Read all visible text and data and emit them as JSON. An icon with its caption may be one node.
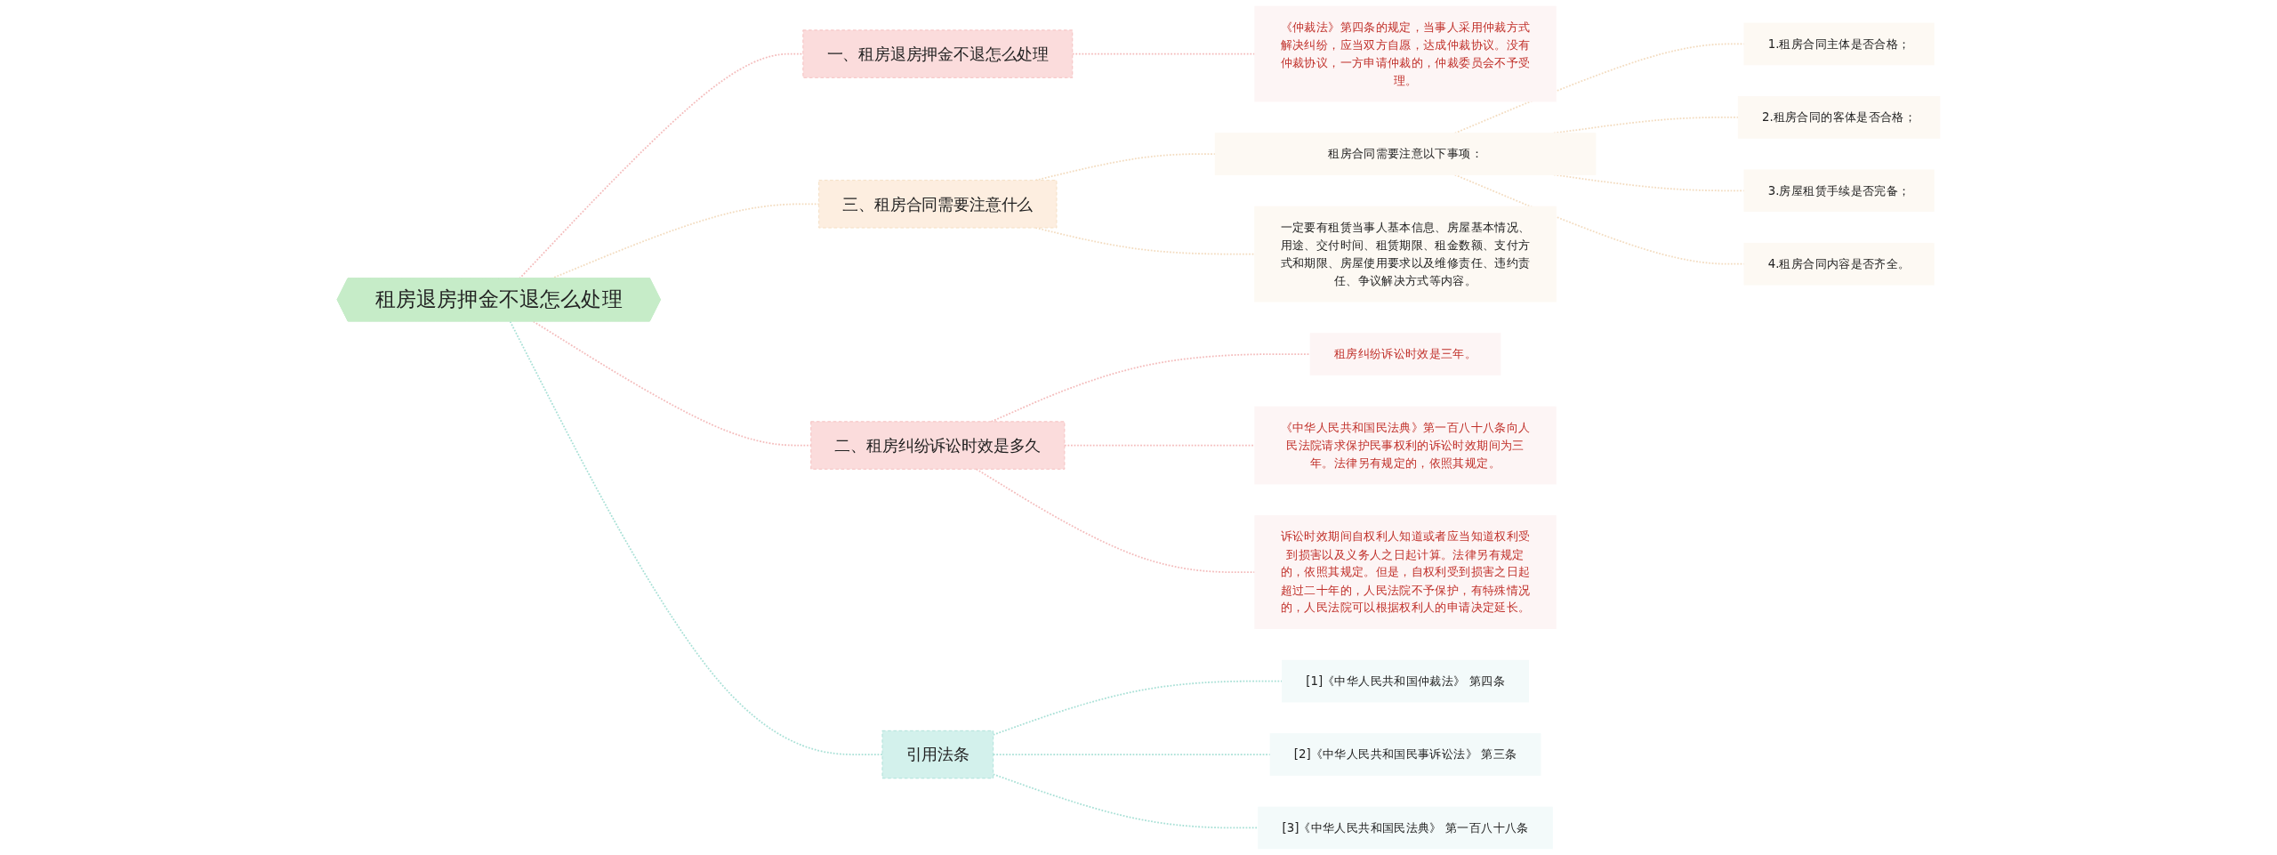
{
  "diagram": {
    "nodes": [
      {
        "text": [
          "租房退房押金不退怎么处理"
        ]
      },
      {
        "text": [
          "一、租房退房押金不退怎么处理"
        ]
      },
      {
        "text": [
          "《仲裁法》第四条的规定，当事人采用仲裁方式解决纠纷，应当双方自愿，达成仲裁协议。没有仲裁协议，一方申请仲裁的，仲裁委员会不予受理。"
        ]
      },
      {
        "text": [
          "三、租房合同需要注意什么"
        ]
      },
      {
        "text": [
          "租房合同需要注意以下事项："
        ]
      },
      {
        "text": [
          "1.租房合同主体是否合格；"
        ]
      },
      {
        "text": [
          "2.租房合同的客体是否合格；"
        ]
      },
      {
        "text": [
          "3.房屋租赁手续是否完备；"
        ]
      },
      {
        "text": [
          "4.租房合同内容是否齐全。"
        ]
      },
      {
        "text": [
          "一定要有租赁当事人基本信息、房屋基本情况、用途、交付时间、租赁期限、租金数额、支付方式和期限、房屋使用要求以及维修责任、违约责任、争议解决方式等内容。"
        ]
      },
      {
        "text": [
          "二、租房纠纷诉讼时效是多久"
        ]
      },
      {
        "text": [
          "租房纠纷诉讼时效是三年。"
        ]
      },
      {
        "text": [
          "《中华人民共和国民法典》第一百八十八条向人民法院请求保护民事权利的诉讼时效期间为三年。法律另有规定的，依照其规定。"
        ]
      },
      {
        "text": [
          "诉讼时效期间自权利人知道或者应当知道权利受到损害以及义务人之日起计算。法律另有规定的，依照其规定。但是，自权利受到损害之日起超过二十年的，人民法院不予保护，有特殊情况的，人民法院可以根据权利人的申请决定延长。"
        ]
      },
      {
        "text": [
          "引用法条"
        ]
      },
      {
        "text": [
          "[1]《中华人民共和国仲裁法》 第四条"
        ]
      },
      {
        "text": [
          "[2]《中华人民共和国民事诉讼法》 第三条"
        ]
      },
      {
        "text": [
          "[3]《中华人民共和国民法典》 第一百八十八条"
        ]
      }
    ],
    "edges": [
      {
        "from": 0,
        "to": 1,
        "arrow": "none",
        "style": "dashed",
        "color": "#f4bcbc"
      },
      {
        "from": 1,
        "to": 2,
        "arrow": "none",
        "style": "dashed",
        "color": "#f4bcbc"
      },
      {
        "from": 0,
        "to": 3,
        "arrow": "none",
        "style": "dashed"
      },
      {
        "from": 3,
        "to": 4,
        "arrow": "none",
        "style": "dashed"
      },
      {
        "from": 4,
        "to": 5,
        "arrow": "none",
        "style": "dashed"
      },
      {
        "from": 4,
        "to": 6,
        "arrow": "none",
        "style": "dashed"
      },
      {
        "from": 4,
        "to": 7,
        "arrow": "none",
        "style": "dashed"
      },
      {
        "from": 4,
        "to": 8,
        "arrow": "none",
        "style": "dashed"
      },
      {
        "from": 3,
        "to": 9,
        "arrow": "none",
        "style": "dashed"
      },
      {
        "from": 0,
        "to": 10,
        "arrow": "none",
        "style": "dashed",
        "color": "#f4bcbc"
      },
      {
        "from": 10,
        "to": 11,
        "arrow": "none",
        "style": "dashed",
        "color": "#f4bcbc"
      },
      {
        "from": 10,
        "to": 12,
        "arrow": "none",
        "style": "dashed",
        "color": "#f4bcbc"
      },
      {
        "from": 10,
        "to": 13,
        "arrow": "none",
        "style": "dashed",
        "color": "#f4bcbc"
      },
      {
        "from": 0,
        "to": 14,
        "arrow": "none",
        "style": "dashed",
        "color": "#a8e0d6"
      },
      {
        "from": 14,
        "to": 15,
        "arrow": "none",
        "style": "dashed",
        "color": "#a8e0d6"
      },
      {
        "from": 14,
        "to": 16,
        "arrow": "none",
        "style": "dashed",
        "color": "#a8e0d6"
      },
      {
        "from": 14,
        "to": 17,
        "arrow": "none",
        "style": "dashed",
        "color": "#a8e0d6"
      }
    ]
  }
}
